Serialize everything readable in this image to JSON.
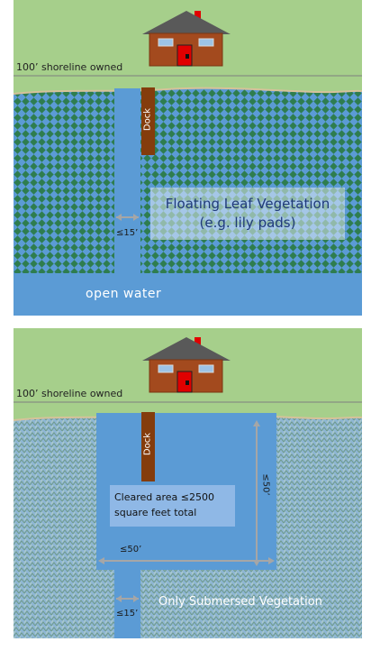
{
  "panel_top": {
    "shoreline_label": "100’ shoreline owned",
    "dock_label": "Dock",
    "channel_width_label": "≤15’",
    "vegetation_line1": "Floating Leaf Vegetation",
    "vegetation_line2": "(e.g. lily pads)",
    "open_water_label": "open water"
  },
  "panel_bottom": {
    "shoreline_label": "100’ shoreline owned",
    "dock_label": "Dock",
    "cleared_area_label": "Cleared area ≤2500 square feet total",
    "width_label": "≤50’",
    "length_label": "≤50’",
    "channel_width_label": "≤15’",
    "vegetation_label": "Only Submersed Vegetation"
  },
  "colors": {
    "grass": "#a6cf8b",
    "water": "#5b9bd5",
    "dock": "#843c0c",
    "house_wall": "#a34a1e",
    "roof": "#595959",
    "door": "#e00000",
    "floating_leaf": "#2e7d4f",
    "submersed": "#6f9a8a"
  },
  "icons": [
    "house-icon",
    "dock-icon",
    "width-arrow-icon"
  ]
}
